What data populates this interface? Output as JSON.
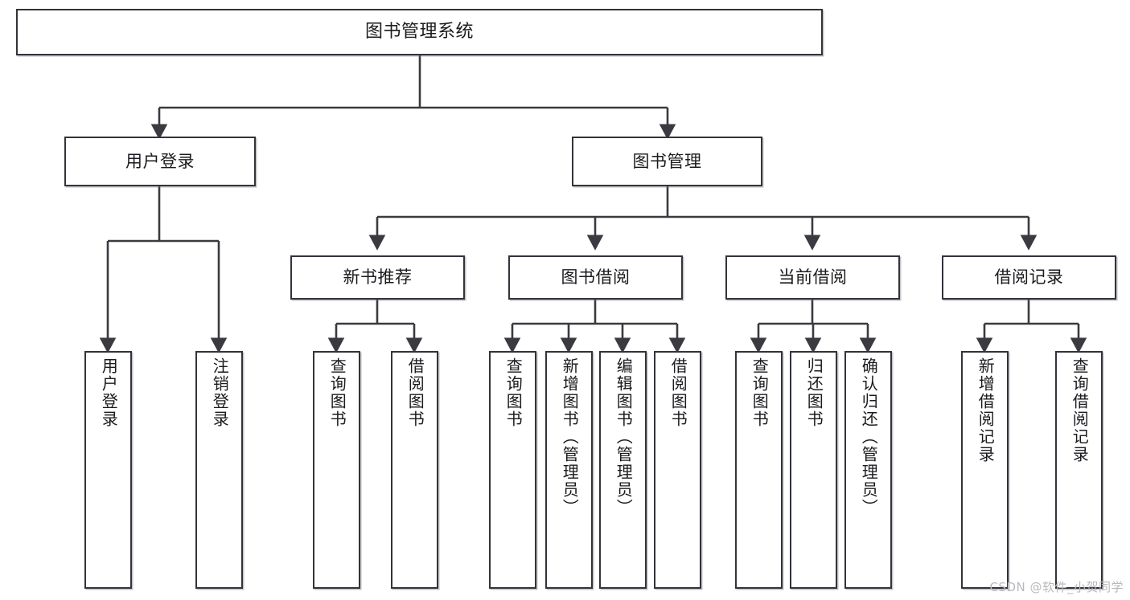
{
  "diagram": {
    "title": "图书管理系统",
    "type": "tree-hierarchy-diagram",
    "orientation": "top-down",
    "colors": {
      "box_border": "#33333a",
      "box_fill": "#ffffff",
      "connector": "#3a3a40",
      "text": "#1b1b1f",
      "watermark": "#b9b9bd",
      "background": "#ffffff"
    },
    "root": {
      "label": "图书管理系统"
    },
    "level1": [
      {
        "label": "用户登录"
      },
      {
        "label": "图书管理"
      }
    ],
    "level2": [
      {
        "label": "新书推荐"
      },
      {
        "label": "图书借阅"
      },
      {
        "label": "当前借阅"
      },
      {
        "label": "借阅记录"
      }
    ],
    "leaves": {
      "user_login": [
        {
          "label": "用户登录"
        },
        {
          "label": "注销登录"
        }
      ],
      "new_book_recommend": [
        {
          "label": "查询图书"
        },
        {
          "label": "借阅图书"
        }
      ],
      "book_borrow": [
        {
          "label": "查询图书"
        },
        {
          "label": "新增图书（管理员）"
        },
        {
          "label": "编辑图书（管理员）"
        },
        {
          "label": "借阅图书"
        }
      ],
      "current_borrow": [
        {
          "label": "查询图书"
        },
        {
          "label": "归还图书"
        },
        {
          "label": "确认归还（管理员）"
        }
      ],
      "borrow_record": [
        {
          "label": "新增借阅记录"
        },
        {
          "label": "查询借阅记录"
        }
      ]
    }
  },
  "watermark": {
    "text": "CSDN @软件_小贺同学"
  }
}
